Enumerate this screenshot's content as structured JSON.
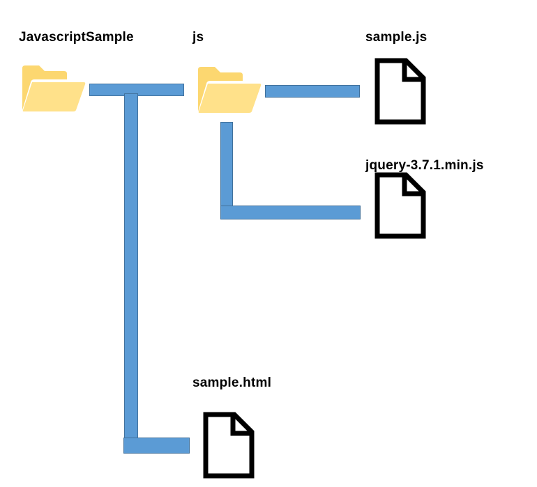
{
  "tree": {
    "root_folder": {
      "label": "JavascriptSample",
      "icon": "folder-open-icon"
    },
    "js_folder": {
      "label": "js",
      "icon": "folder-open-icon"
    },
    "files": {
      "sample_js": {
        "label": "sample.js",
        "icon": "file-icon"
      },
      "jquery": {
        "label": "jquery-3.7.1.min.js",
        "icon": "file-icon"
      },
      "sample_html": {
        "label": "sample.html",
        "icon": "file-icon"
      }
    }
  },
  "colors": {
    "connector_fill": "#5b9bd5",
    "connector_border": "#41719c",
    "folder_back": "#fcd770",
    "folder_front": "#ffe18a",
    "file_stroke": "#000000"
  }
}
